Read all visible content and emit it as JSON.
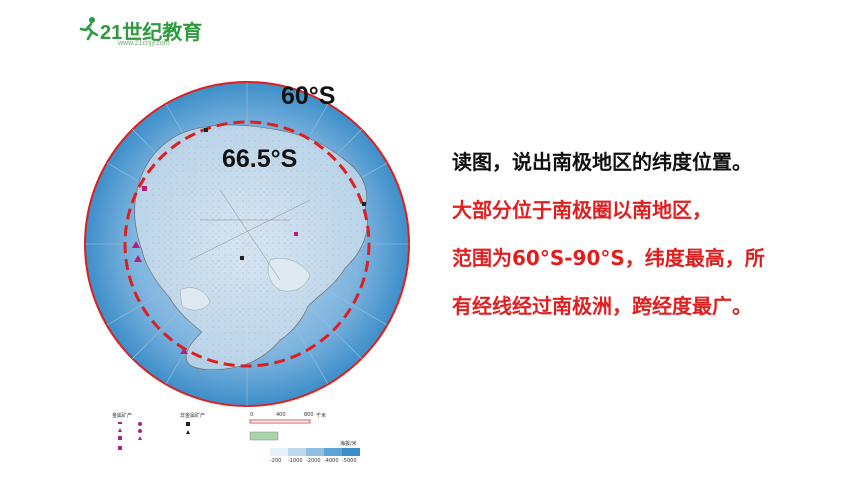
{
  "logo": {
    "text": "21世纪教育",
    "subtext": "www.21cnjy.com",
    "color": "#2f9a3f"
  },
  "map": {
    "label_60": "60°S",
    "label_665": "66.5°S",
    "circle_color": "#e01e1e",
    "ocean_color": "#3d8ec9",
    "land_color": "#eef1f4"
  },
  "legend": {
    "metal_title": "金属矿产",
    "nonmetal_title": "非金属矿产",
    "scale_label": "千米",
    "scale_values": [
      "0",
      "400",
      "800"
    ],
    "depth_label": "海拔/米",
    "depth_ticks": [
      "-200",
      "-1000",
      "-2000",
      "-4000",
      "-5000"
    ]
  },
  "content": {
    "question": "读图，说出南极地区的纬度位置。",
    "answer_lines": [
      "大部分位于南极圈以南地区，",
      "范围为60°S-90°S，纬度最高，所",
      "有经线经过南极洲，跨经度最广。"
    ],
    "question_color": "#111111",
    "answer_color": "#e01e1e"
  }
}
